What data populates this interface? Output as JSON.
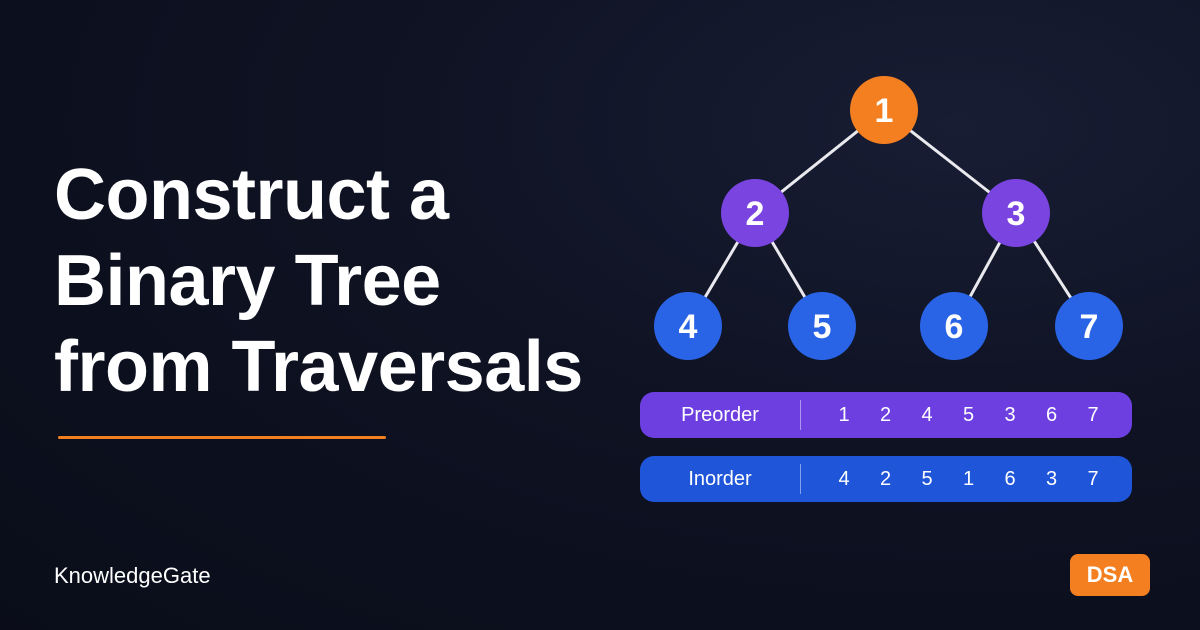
{
  "title": {
    "line1": "Construct a",
    "line2": "Binary Tree",
    "line3": "from Traversals"
  },
  "brand": "KnowledgeGate",
  "badge": "DSA",
  "colors": {
    "root": "#f47f21",
    "level2": "#7a44e0",
    "leaf": "#2a64e6",
    "edge": "#e9e9ee",
    "preorder_bar": "#6e3fe0",
    "inorder_bar": "#1f55d8",
    "accent": "#f47f21"
  },
  "tree": {
    "nodes": [
      {
        "id": "n1",
        "label": "1",
        "level": "root"
      },
      {
        "id": "n2",
        "label": "2",
        "level": "level2"
      },
      {
        "id": "n3",
        "label": "3",
        "level": "level2"
      },
      {
        "id": "n4",
        "label": "4",
        "level": "leaf"
      },
      {
        "id": "n5",
        "label": "5",
        "level": "leaf"
      },
      {
        "id": "n6",
        "label": "6",
        "level": "leaf"
      },
      {
        "id": "n7",
        "label": "7",
        "level": "leaf"
      }
    ],
    "edges": [
      [
        "n1",
        "n2"
      ],
      [
        "n1",
        "n3"
      ],
      [
        "n2",
        "n4"
      ],
      [
        "n2",
        "n5"
      ],
      [
        "n3",
        "n6"
      ],
      [
        "n3",
        "n7"
      ]
    ]
  },
  "traversals": {
    "preorder": {
      "label": "Preorder",
      "values": [
        "1",
        "2",
        "4",
        "5",
        "3",
        "6",
        "7"
      ]
    },
    "inorder": {
      "label": "Inorder",
      "values": [
        "4",
        "2",
        "5",
        "1",
        "6",
        "3",
        "7"
      ]
    }
  }
}
